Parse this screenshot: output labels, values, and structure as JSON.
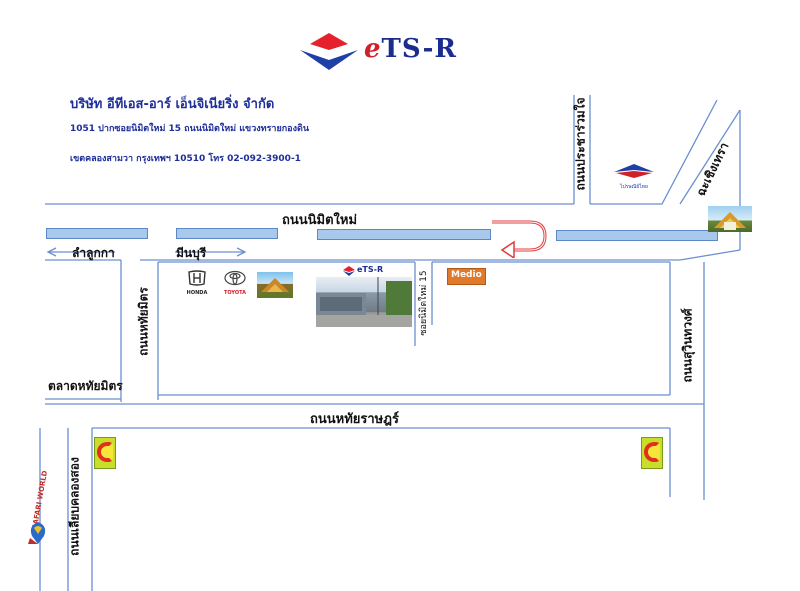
{
  "header": {
    "brand": "eTS-R",
    "brand_e": "e",
    "brand_rest": "TS-R",
    "company_name": "บริษัท อีทีเอส-อาร์ เอ็นจิเนียริ่ง จำกัด",
    "address_line1": "1051 ปากซอยนิมิตใหม่ 15 ถนนนิมิตใหม่  แขวงทรายกองดิน",
    "address_line2": "เขตคลองสามวา  กรุงเทพฯ 10510   โทร  02-092-3900-1"
  },
  "roads": {
    "nimit_mai": "ถนนนิมิตใหม่",
    "prachar_ruam_jai": "ถนนประชาร่วมใจ",
    "chachoengsao": "ฉะเชิงเทรา",
    "lam_luk_ka": "ลำลูกกา",
    "min_buri": "มีนบุรี",
    "hathai_mit": "ถนนหทัยมิตร",
    "soi_nimit_mai_15": "ซอยนิมิตใหม่ 15",
    "suwinthawong": "ถนนสุวินทวงศ์",
    "talat_hathai_mit": "ตลาดหทัยมิตร",
    "hathai_rat": "ถนนหทัยราษฎร์",
    "liap_khlong_song": "ถนนเลียบคลองสอง"
  },
  "landmarks": {
    "honda": "HONDA",
    "toyota": "TOYOTA",
    "medio": "Medio",
    "ets_small": "eTS-R",
    "safari_world": "SAFARI WORLD",
    "post_office_text": "ไปรษณีย์ไทย"
  },
  "colors": {
    "road_line": "#6b8fd0",
    "bar_fill": "#a9c9ec",
    "turn_arrow": "#e23c3c",
    "brand_blue": "#1a2d8f",
    "brand_red": "#d0212b"
  }
}
